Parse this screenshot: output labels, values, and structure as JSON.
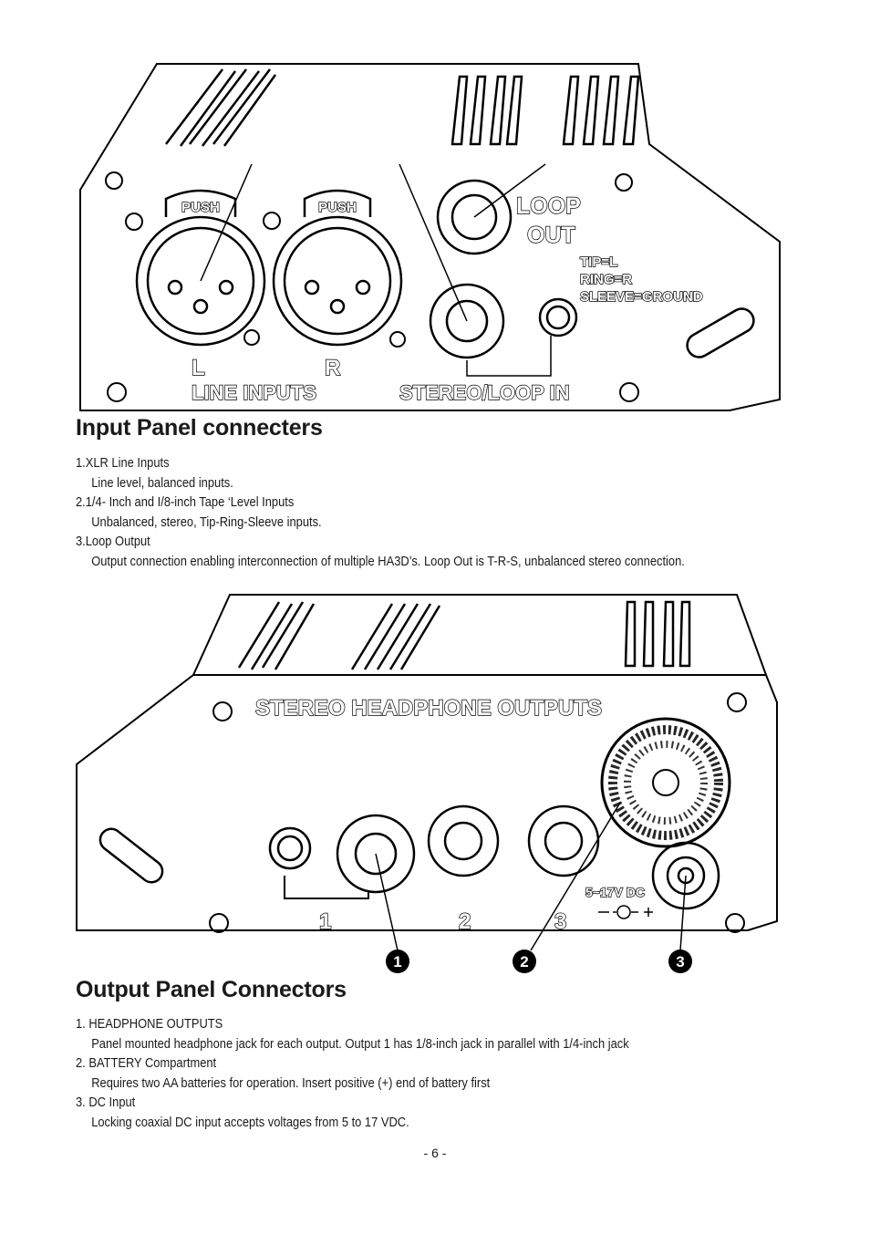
{
  "input_panel": {
    "labels": {
      "loop_out_1": "LOOP",
      "loop_out_2": "OUT",
      "tip": "TIP=L",
      "ring": "RING=R",
      "sleeve": "SLEEVE=GROUND",
      "left": "L",
      "right": "R",
      "line_inputs": "LINE INPUTS",
      "stereo_loop_in": "STEREO/LOOP IN",
      "push1": "PUSH",
      "push2": "PUSH"
    }
  },
  "input_section": {
    "heading": "Input Panel connecters",
    "items": [
      {
        "title": "1.XLR Line Inputs",
        "desc": "Line level, balanced inputs."
      },
      {
        "title": "2.1/4- Inch and I/8-inch Tape ‘Level Inputs",
        "desc": "Unbalanced, stereo, Tip-Ring-Sleeve inputs."
      },
      {
        "title": "3.Loop Output",
        "desc": "Output connection enabling interconnection of multiple HA3D’s. Loop Out is T-R-S, unbalanced stereo connection."
      }
    ]
  },
  "output_panel": {
    "labels": {
      "title": "STEREO HEADPHONE OUTPUTS",
      "out1": "1",
      "out2": "2",
      "out3": "3",
      "dc": "5~17V DC",
      "callout1": "1",
      "callout2": "2",
      "callout3": "3"
    }
  },
  "output_section": {
    "heading": "Output Panel Connectors",
    "items": [
      {
        "title": "1. HEADPHONE OUTPUTS",
        "desc": "Panel mounted headphone jack for each output. Output 1 has 1/8-inch jack in parallel with 1/4-inch jack"
      },
      {
        "title": "2. BATTERY Compartment",
        "desc": "Requires two AA batteries for operation. Insert positive (+) end of battery first"
      },
      {
        "title": "3. DC Input",
        "desc": "Locking coaxial DC input accepts voltages from 5 to 17 VDC."
      }
    ]
  },
  "page_number": "- 6 -"
}
